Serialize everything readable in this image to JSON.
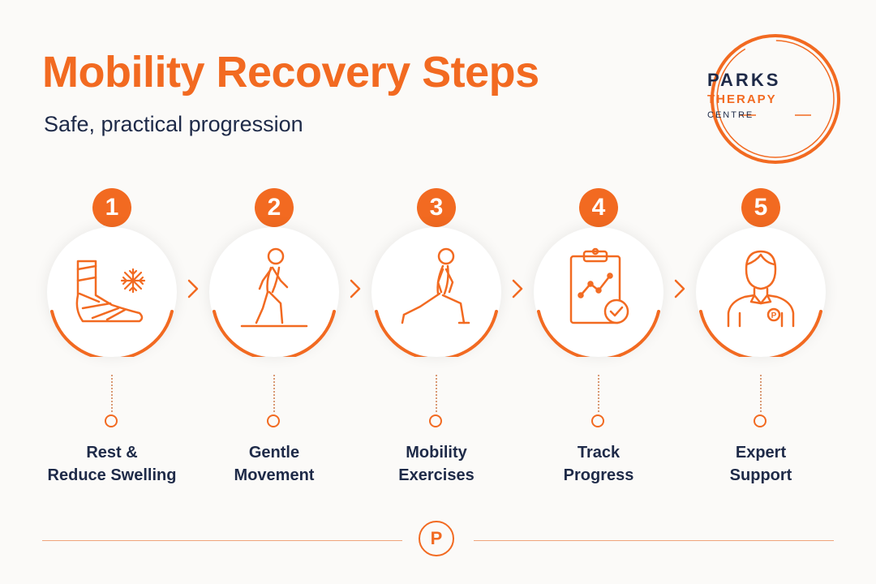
{
  "header": {
    "title": "Mobility Recovery Steps",
    "subtitle": "Safe, practical progression"
  },
  "logo": {
    "line1": "PARKS",
    "line2": "THERAPY",
    "line3": "CENTRE"
  },
  "steps": [
    {
      "number": "1",
      "label_line1": "Rest &",
      "label_line2": "Reduce Swelling",
      "icon": "bandaged-foot-snowflake-icon"
    },
    {
      "number": "2",
      "label_line1": "Gentle",
      "label_line2": "Movement",
      "icon": "walking-person-icon"
    },
    {
      "number": "3",
      "label_line1": "Mobility",
      "label_line2": "Exercises",
      "icon": "lunge-stretch-icon"
    },
    {
      "number": "4",
      "label_line1": "Track",
      "label_line2": "Progress",
      "icon": "clipboard-chart-check-icon"
    },
    {
      "number": "5",
      "label_line1": "Expert",
      "label_line2": "Support",
      "icon": "therapist-icon"
    }
  ],
  "footer": {
    "logo_letter": "P"
  },
  "colors": {
    "accent": "#f26a21",
    "navy": "#1e2a48",
    "background": "#fbfaf8"
  }
}
